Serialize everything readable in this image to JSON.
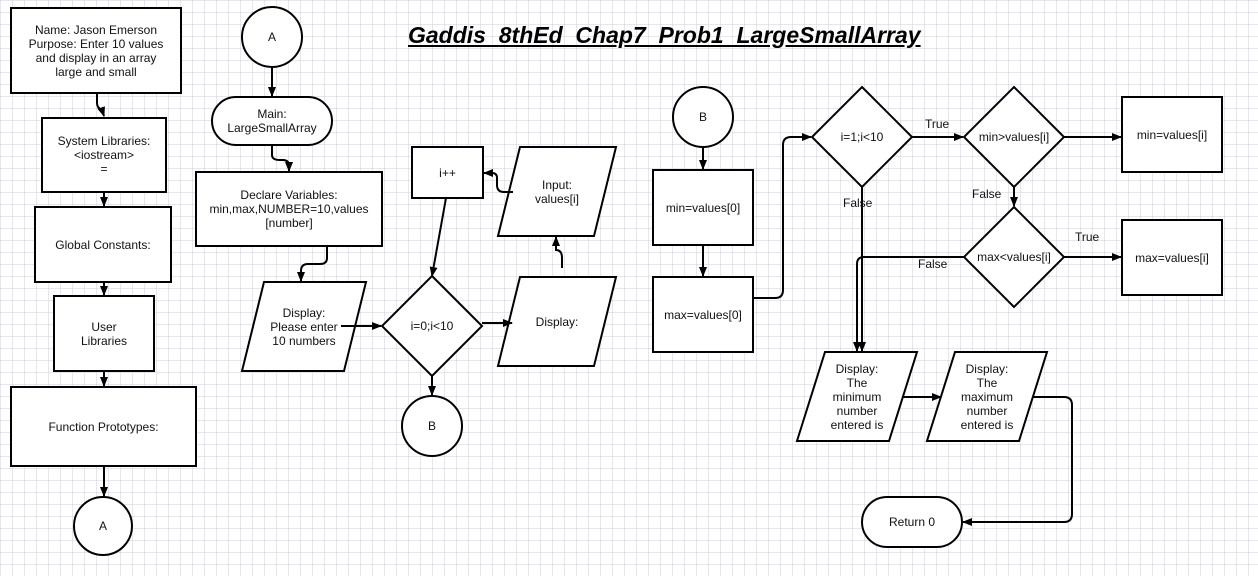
{
  "title": "Gaddis_8thEd_Chap7_Prob1_LargeSmallArray",
  "nodes": {
    "header": "Name: Jason Emerson\nPurpose: Enter 10 values\nand display in an array\nlarge and small",
    "sys_libs": "System Libraries:\n<iostream>\n=",
    "global_const": "Global Constants:",
    "user_libs": "User\nLibraries",
    "func_proto": "Function Prototypes:",
    "conn_a_bottom": "A",
    "conn_a_top": "A",
    "main": "Main:\nLargeSmallArray",
    "declare": "Declare Variables:\nmin,max,NUMBER=10,values\n[number]",
    "display_prompt": "Display:\nPlease enter\n10 numbers",
    "loop1": "i=0;i<10",
    "conn_b_bottom": "B",
    "display_blank": "Display:",
    "input_values": "Input:\nvalues[i]",
    "increment": "i++",
    "conn_b_top": "B",
    "min_init": "min=values[0]",
    "max_init": "max=values[0]",
    "loop2": "i=1;i<10",
    "min_check": "min>values[i]",
    "min_assign": "min=values[i]",
    "max_check": "max<values[i]",
    "max_assign": "max=values[i]",
    "display_min": "Display:\nThe\nminimum\nnumber\nentered is",
    "display_max": "Display:\nThe\nmaximum\nnumber\nentered is",
    "return": "Return 0"
  },
  "edge_labels": {
    "loop2_false": "False",
    "min_true": "True",
    "min_false": "False",
    "max_true": "True",
    "max_false": "False"
  }
}
